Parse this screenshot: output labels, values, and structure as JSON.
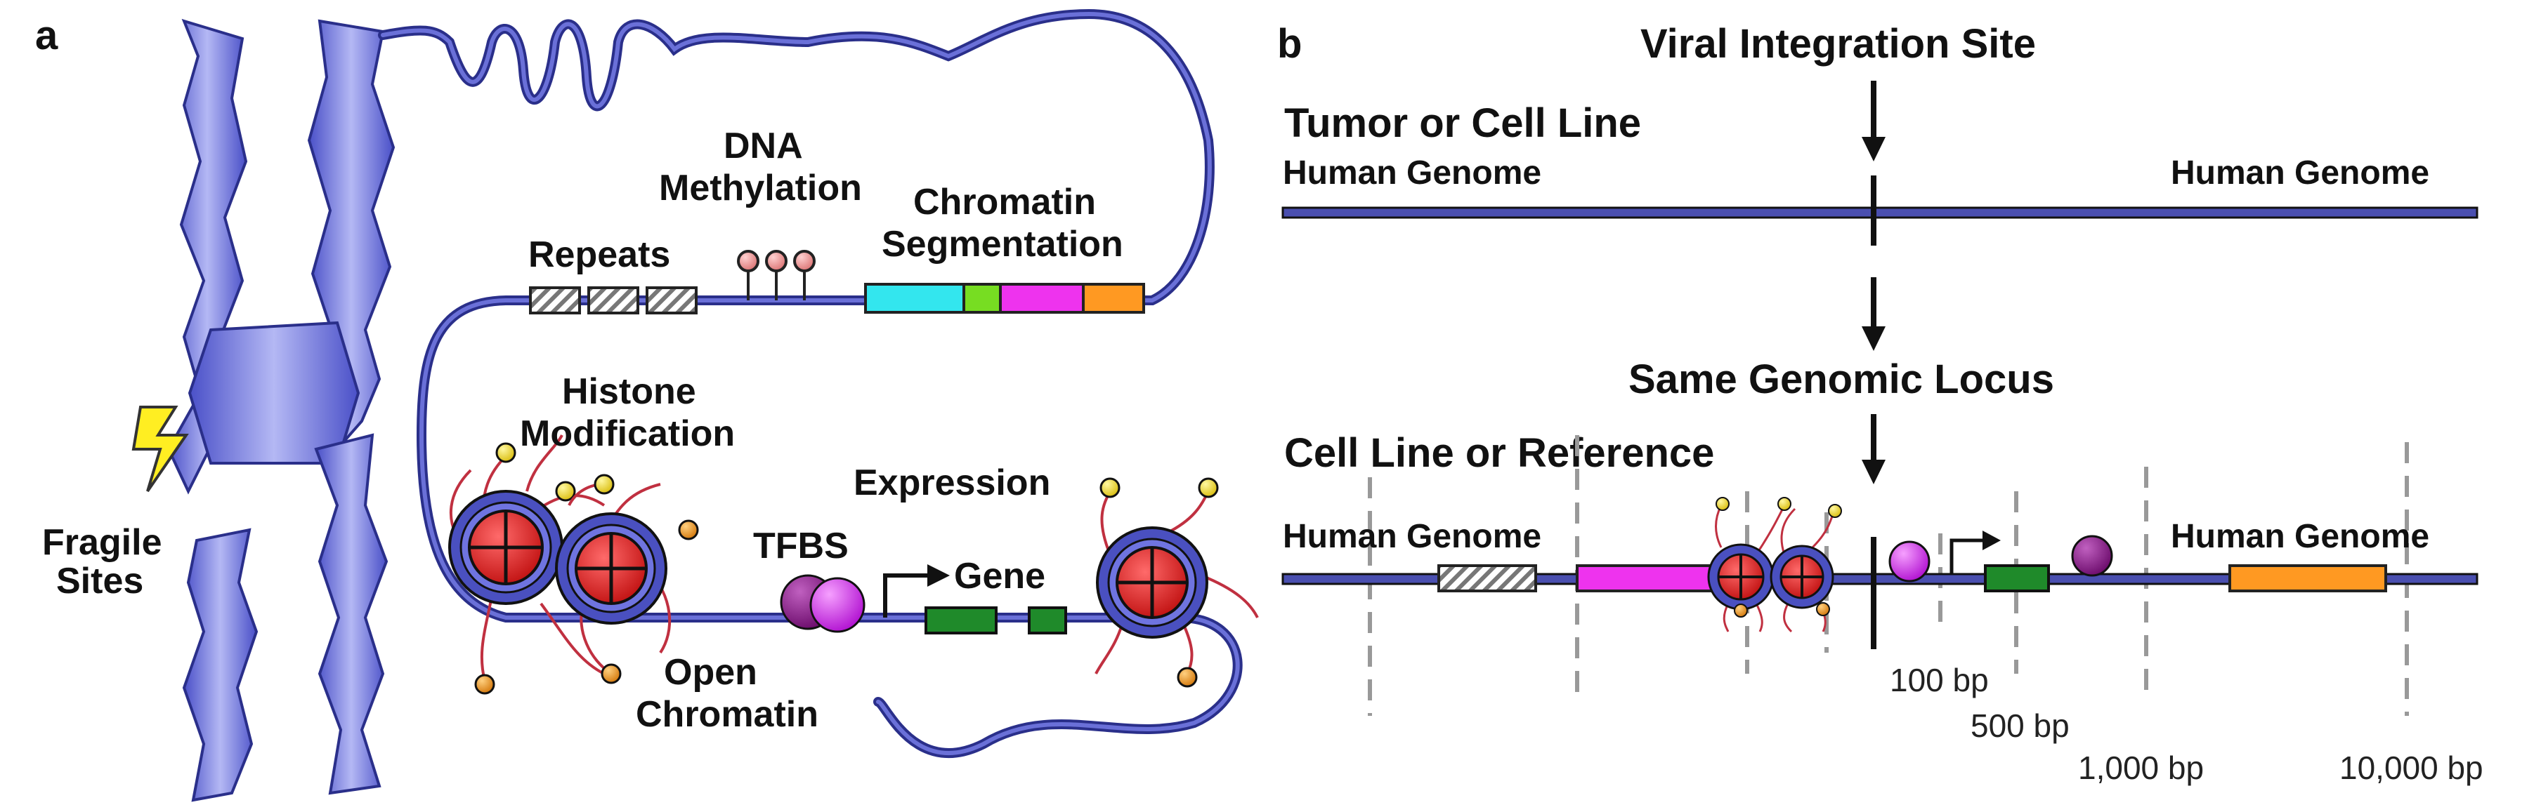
{
  "panel_a": {
    "letter": "a",
    "labels": {
      "dna_methylation_line1": "DNA",
      "dna_methylation_line2": "Methylation",
      "chromatin_segmentation_line1": "Chromatin",
      "chromatin_segmentation_line2": "Segmentation",
      "repeats": "Repeats",
      "histone_modification_line1": "Histone",
      "histone_modification_line2": "Modification",
      "expression": "Expression",
      "tfbs": "TFBS",
      "gene": "Gene",
      "open_chromatin_line1": "Open",
      "open_chromatin_line2": "Chromatin",
      "fragile_sites_line1": "Fragile",
      "fragile_sites_line2": "Sites"
    }
  },
  "panel_b": {
    "letter": "b",
    "labels": {
      "viral_integration_site": "Viral Integration Site",
      "tumor_or_cell_line": "Tumor or Cell Line",
      "human_genome_top_left": "Human Genome",
      "human_genome_top_right": "Human Genome",
      "same_genomic_locus": "Same Genomic Locus",
      "cell_line_or_reference": "Cell Line or Reference",
      "human_genome_bottom_left": "Human Genome",
      "human_genome_bottom_right": "Human Genome"
    },
    "distance_markers": [
      "100 bp",
      "500 bp",
      "1,000 bp",
      "10,000 bp"
    ]
  },
  "colors": {
    "dna_line": "#4a4fb0",
    "chromosome": "#6f74e0",
    "segment_cyan": "#33e6ee",
    "segment_green": "#77dd22",
    "segment_magenta": "#ee33ee",
    "segment_orange": "#ff9922",
    "histone_red": "#ee2222",
    "tf_purple": "#8a1a8a",
    "tf_magenta": "#cc22ee",
    "gene_green": "#1f8a2a",
    "methyl_pink": "#ee8a8a",
    "lightning": "#ffee22",
    "dashed_marker": "#999999"
  }
}
